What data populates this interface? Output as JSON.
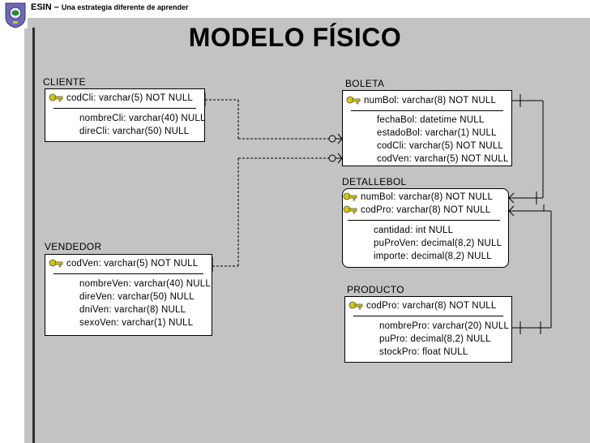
{
  "header": {
    "brand": "ESIN –",
    "tagline": "Una  estrategia diferente de aprender"
  },
  "page": {
    "title": "MODELO FÍSICO"
  },
  "colors": {
    "panel": "#c3c3c3",
    "key": "#d8c800",
    "line": "#000000"
  },
  "entities": {
    "cliente": {
      "name": "CLIENTE",
      "keys": [
        "codCli: varchar(5) NOT NULL"
      ],
      "attrs": [
        "nombreCli: varchar(40) NULL",
        "direCli: varchar(50) NULL"
      ]
    },
    "boleta": {
      "name": "BOLETA",
      "keys": [
        "numBol: varchar(8) NOT NULL"
      ],
      "attrs": [
        "fechaBol: datetime NULL",
        "estadoBol: varchar(1) NULL",
        "codCli: varchar(5) NOT NULL",
        "codVen: varchar(5) NOT NULL"
      ]
    },
    "detallebol": {
      "name": "DETALLEBOL",
      "keys": [
        "numBol: varchar(8) NOT NULL",
        "codPro: varchar(8) NOT NULL"
      ],
      "attrs": [
        "cantidad: int NULL",
        "puProVen: decimal(8,2) NULL",
        "importe: decimal(8,2) NULL"
      ]
    },
    "vendedor": {
      "name": "VENDEDOR",
      "keys": [
        "codVen: varchar(5) NOT NULL"
      ],
      "attrs": [
        "nombreVen: varchar(40) NULL",
        "direVen: varchar(50) NULL",
        "dniVen: varchar(8) NULL",
        "sexoVen: varchar(1) NULL"
      ]
    },
    "producto": {
      "name": "PRODUCTO",
      "keys": [
        "codPro: varchar(8) NOT NULL"
      ],
      "attrs": [
        "nombrePro: varchar(20) NULL",
        "puPro: decimal(8,2) NULL",
        "stockPro: float NULL"
      ]
    }
  }
}
